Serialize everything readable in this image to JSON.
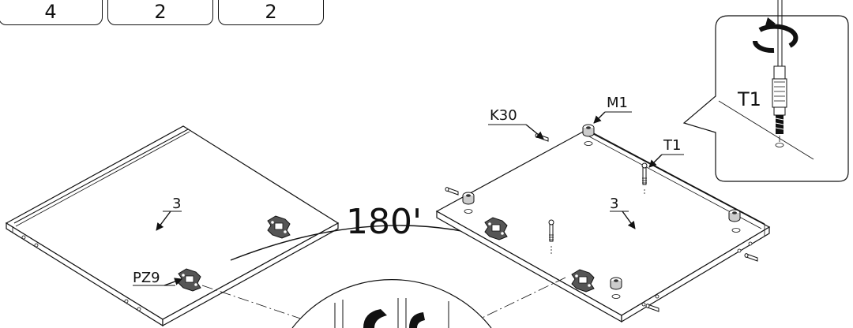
{
  "quantity_boxes": [
    "4",
    "2",
    "2"
  ],
  "labels": {
    "panel_left_number": "3",
    "panel_right_number": "3",
    "rotation": "180'",
    "hinge_plate": "PZ9",
    "dowel": "K30",
    "cam_lock": "M1",
    "cam_bolt": "T1",
    "detail_bolt": "T1"
  },
  "icons": [
    "rotate-clockwise-icon",
    "screw-in-icon"
  ]
}
